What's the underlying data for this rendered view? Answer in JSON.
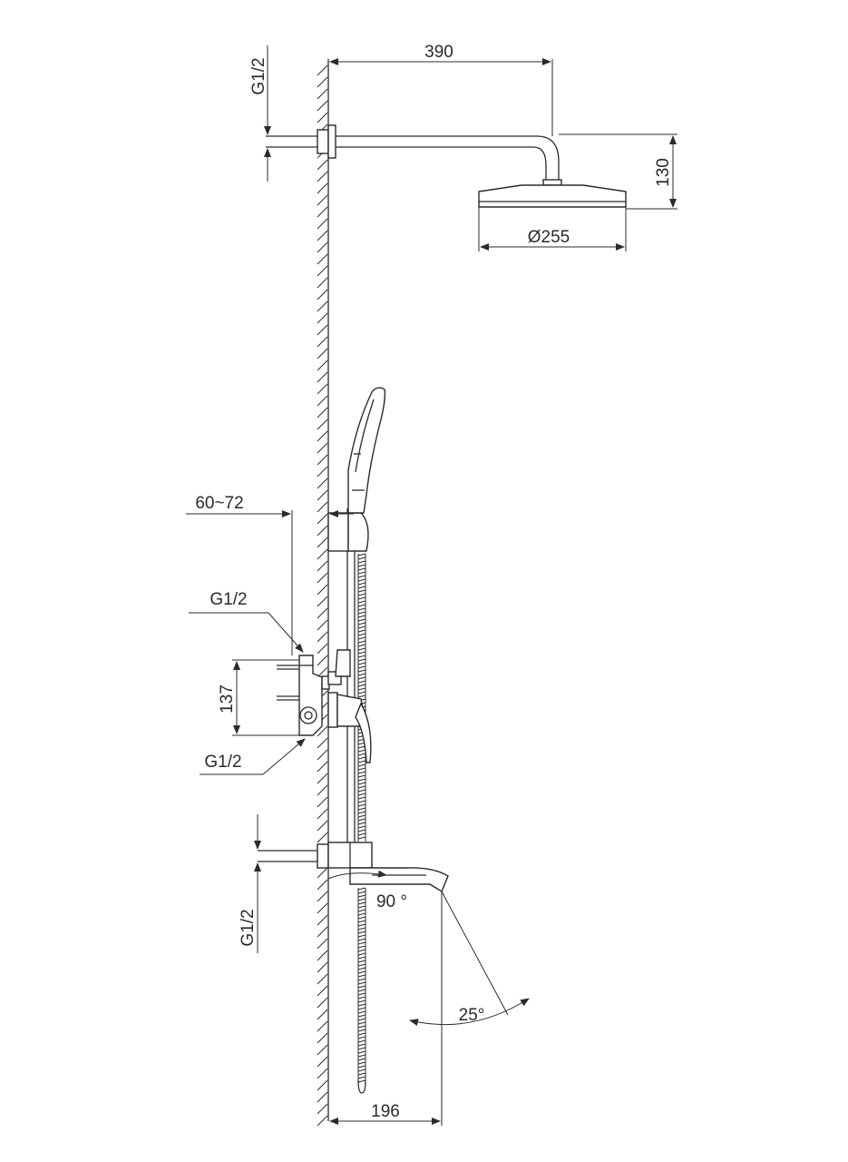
{
  "drawing": {
    "dimensions": {
      "arm_length": "390",
      "top_inlet_thread": "G1/2",
      "head_drop": "130",
      "head_diameter": "Ø255",
      "wall_depth": "60~72",
      "valve_upper_thread": "G1/2",
      "valve_height": "137",
      "valve_lower_thread": "G1/2",
      "spout_thread": "G1/2",
      "spout_swivel": "90 °",
      "spout_angle": "25°",
      "spout_projection": "196"
    }
  }
}
